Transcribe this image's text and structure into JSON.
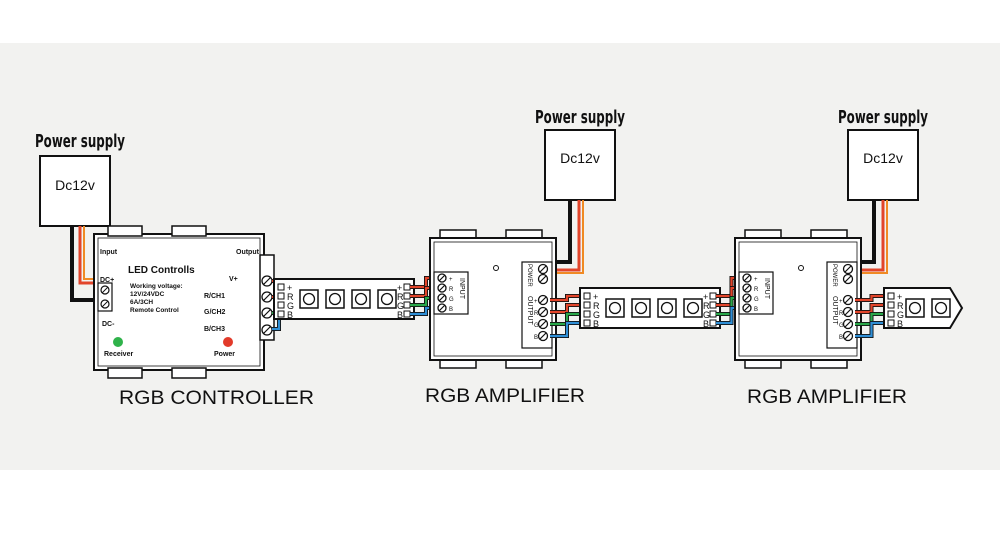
{
  "colors": {
    "panel": "#f2f2f0",
    "ink": "#111111",
    "red_wire": "#e2452b",
    "orange_wire": "#f08a24",
    "green_wire": "#2aa84a",
    "blue_wire": "#2f8fd6",
    "led_green": "#2fb24a",
    "led_red": "#e23a2a"
  },
  "power_supplies": [
    {
      "title": "Power supply",
      "voltage": "Dc12v"
    },
    {
      "title": "Power supply",
      "voltage": "Dc12v"
    },
    {
      "title": "Power supply",
      "voltage": "Dc12v"
    }
  ],
  "controller": {
    "caption": "RGB CONTROLLER",
    "title": "LED Controlls",
    "input_label": "Input",
    "output_label": "Output",
    "dc_plus": "DC+",
    "dc_minus": "DC-",
    "spec_lines": [
      "Working voltage:",
      "12V/24VDC",
      "6A/3CH",
      "Remote Control"
    ],
    "channels": [
      "V+",
      "R/CH1",
      "G/CH2",
      "B/CH3"
    ],
    "receiver_label": "Receiver",
    "power_label": "Power"
  },
  "amplifiers": [
    {
      "caption": "RGB AMPLIFIER",
      "input_label": "INPUT",
      "output_label": "OUTPUT",
      "power_label": "POWER"
    },
    {
      "caption": "RGB AMPLIFIER",
      "input_label": "INPUT",
      "output_label": "OUTPUT",
      "power_label": "POWER"
    }
  ],
  "strip_pins": [
    "+",
    "R",
    "G",
    "B"
  ],
  "terminal_letters": [
    "+",
    "R",
    "G",
    "B"
  ]
}
